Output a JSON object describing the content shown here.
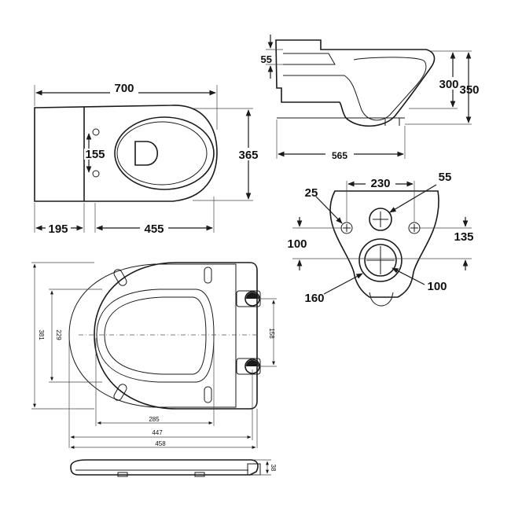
{
  "diagram": {
    "top_view": {
      "width_label": "700",
      "depth_label": "365",
      "fixing_spacing_label": "155",
      "left_offset_label": "195",
      "bowl_length_label": "455"
    },
    "side_view": {
      "flush_height_label": "55",
      "height_label": "300",
      "overall_height_label": "350",
      "projection_label": "565"
    },
    "rear_view": {
      "fixing_spacing_label": "230",
      "inlet_label": "55",
      "fixing_hole_label": "25",
      "fixing_height_label": "100",
      "outlet_height_label": "135",
      "outlet_outer_label": "160",
      "outlet_inner_label": "100"
    },
    "seat_view": {
      "height_label": "381",
      "inner_height_label": "229",
      "hinge_spacing_label": "158",
      "inner_width_label": "285",
      "mid_width_label": "447",
      "overall_width_label": "458",
      "thickness_label": "38"
    }
  }
}
